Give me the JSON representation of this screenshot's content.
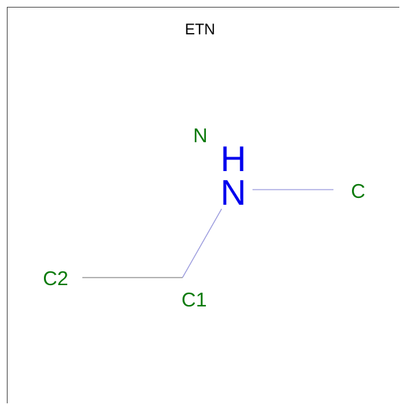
{
  "title": "ETN",
  "colors": {
    "label": "#0a7a0a",
    "nitrogen": "#0000ee",
    "bond_carbon": "#888888",
    "bond_nitrogen": "#9999dd",
    "frame": "#444444"
  },
  "atoms": {
    "n_label": "N",
    "n_symbol": "N",
    "h_symbol": "H",
    "c_label": "C",
    "c1_label": "C1",
    "c2_label": "C2"
  }
}
